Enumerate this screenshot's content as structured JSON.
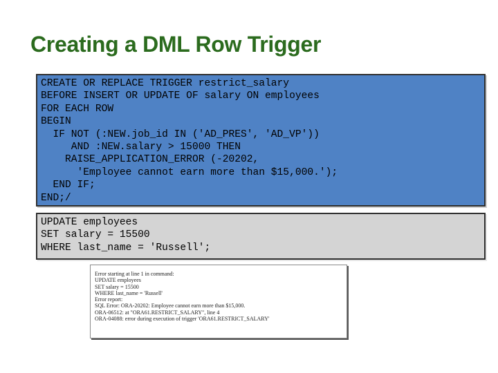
{
  "slide": {
    "title": "Creating a DML Row Trigger"
  },
  "trigger_code": {
    "lines": [
      "CREATE OR REPLACE TRIGGER restrict_salary",
      "BEFORE INSERT OR UPDATE OF salary ON employees",
      "FOR EACH ROW",
      "BEGIN",
      "  IF NOT (:NEW.job_id IN ('AD_PRES', 'AD_VP'))",
      "     AND :NEW.salary > 15000 THEN",
      "    RAISE_APPLICATION_ERROR (-20202,",
      "      'Employee cannot earn more than $15,000.');",
      "  END IF;",
      "END;/"
    ]
  },
  "update_code": {
    "lines": [
      "UPDATE employees",
      "SET salary = 15500",
      "WHERE last_name = 'Russell';"
    ]
  },
  "error_output": {
    "lines": [
      "Error starting at line 1 in command:",
      "UPDATE employees",
      "SET salary = 15500",
      "WHERE last_name = 'Russell'",
      "Error report:",
      "SQL Error: ORA-20202: Employee cannot earn more than $15,000.",
      "ORA-06512: at \"ORA61.RESTRICT_SALARY\", line 4",
      "ORA-04088: error during execution of trigger 'ORA61.RESTRICT_SALARY'"
    ]
  }
}
